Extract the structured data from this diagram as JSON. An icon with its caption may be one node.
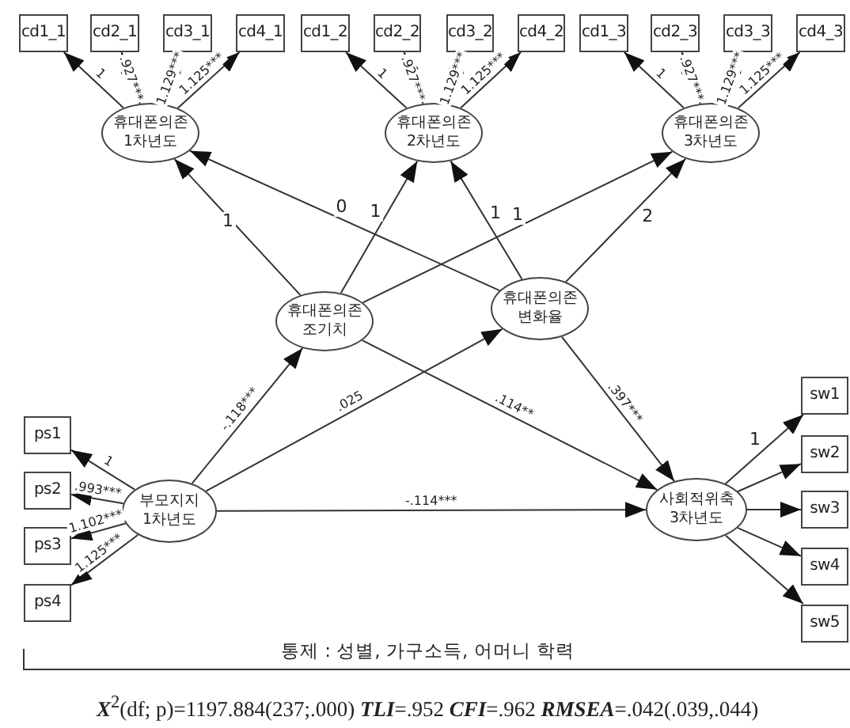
{
  "diagram": {
    "caption": "**X**$^{2}$(df; p)=1197.884(237;.000)  **TLI**=.952 **CFI**=.962 **RMSEA**=.042(.039,.044)",
    "nodes": [
      {
        "text": [
          "cd1_1"
        ]
      },
      {
        "text": [
          "cd2_1"
        ]
      },
      {
        "text": [
          "cd3_1"
        ]
      },
      {
        "text": [
          "cd4_1"
        ]
      },
      {
        "text": [
          "cd1_2"
        ]
      },
      {
        "text": [
          "cd2_2"
        ]
      },
      {
        "text": [
          "cd3_2"
        ]
      },
      {
        "text": [
          "cd4_2"
        ]
      },
      {
        "text": [
          "cd1_3"
        ]
      },
      {
        "text": [
          "cd2_3"
        ]
      },
      {
        "text": [
          "cd3_3"
        ]
      },
      {
        "text": [
          "cd4_3"
        ]
      },
      {
        "text": [
          "휴대폰의존 1차년도"
        ]
      },
      {
        "text": [
          "휴대폰의존 2차년도"
        ]
      },
      {
        "text": [
          "휴대폰의존 3차년도"
        ]
      },
      {
        "text": [
          "휴대폰의존 조기치"
        ]
      },
      {
        "text": [
          "휴대폰의존 변화율"
        ]
      },
      {
        "text": [
          "부모지지 1차년도"
        ]
      },
      {
        "text": [
          "사회적위축 3차년도"
        ]
      },
      {
        "text": [
          "ps1"
        ]
      },
      {
        "text": [
          "ps2"
        ]
      },
      {
        "text": [
          "ps3"
        ]
      },
      {
        "text": [
          "ps4"
        ]
      },
      {
        "text": [
          "sw1"
        ]
      },
      {
        "text": [
          "sw2"
        ]
      },
      {
        "text": [
          "sw3"
        ]
      },
      {
        "text": [
          "sw4"
        ]
      },
      {
        "text": [
          "sw5"
        ]
      }
    ],
    "edges": [
      {
        "from": 12,
        "to": 0,
        "arrow": "to",
        "label": "1"
      },
      {
        "from": 12,
        "to": 1,
        "arrow": "to",
        "label": ".927***"
      },
      {
        "from": 12,
        "to": 2,
        "arrow": "to",
        "label": "1.129***"
      },
      {
        "from": 12,
        "to": 3,
        "arrow": "to",
        "label": "1.125***"
      },
      {
        "from": 13,
        "to": 4,
        "arrow": "to",
        "label": "1"
      },
      {
        "from": 13,
        "to": 5,
        "arrow": "to",
        "label": ".927***"
      },
      {
        "from": 13,
        "to": 6,
        "arrow": "to",
        "label": "1.129***"
      },
      {
        "from": 13,
        "to": 7,
        "arrow": "to",
        "label": "1.125***"
      },
      {
        "from": 14,
        "to": 8,
        "arrow": "to",
        "label": "1"
      },
      {
        "from": 14,
        "to": 9,
        "arrow": "to",
        "label": ".927***"
      },
      {
        "from": 14,
        "to": 10,
        "arrow": "to",
        "label": "1.129***"
      },
      {
        "from": 14,
        "to": 11,
        "arrow": "to",
        "label": "1.125***"
      },
      {
        "from": 15,
        "to": 12,
        "arrow": "to",
        "label": "1"
      },
      {
        "from": 15,
        "to": 13,
        "arrow": "to",
        "label": "1"
      },
      {
        "from": 15,
        "to": 14,
        "arrow": "to",
        "label": "1"
      },
      {
        "from": 16,
        "to": 12,
        "arrow": "to",
        "label": "0"
      },
      {
        "from": 16,
        "to": 13,
        "arrow": "to",
        "label": "1"
      },
      {
        "from": 16,
        "to": 14,
        "arrow": "to",
        "label": "2"
      },
      {
        "from": 17,
        "to": 15,
        "arrow": "to",
        "label": "-.118***"
      },
      {
        "from": 17,
        "to": 16,
        "arrow": "to",
        "label": ".025"
      },
      {
        "from": 17,
        "to": 18,
        "arrow": "to",
        "label": "-.114***"
      },
      {
        "from": 15,
        "to": 18,
        "arrow": "to",
        "label": ".114**"
      },
      {
        "from": 16,
        "to": 18,
        "arrow": "to",
        "label": ".397***"
      },
      {
        "from": 17,
        "to": 19,
        "arrow": "to",
        "label": "1"
      },
      {
        "from": 17,
        "to": 20,
        "arrow": "to",
        "label": ".993***"
      },
      {
        "from": 17,
        "to": 21,
        "arrow": "to",
        "label": "1.102***"
      },
      {
        "from": 17,
        "to": 22,
        "arrow": "to",
        "label": "1.125***"
      },
      {
        "from": 18,
        "to": 23,
        "arrow": "to",
        "label": "1"
      },
      {
        "from": 18,
        "to": 24,
        "arrow": "to"
      },
      {
        "from": 18,
        "to": 25,
        "arrow": "to"
      },
      {
        "from": 18,
        "to": 26,
        "arrow": "to"
      },
      {
        "from": 18,
        "to": 27,
        "arrow": "to"
      }
    ],
    "labels": [
      "통제 : 성별, 가구소득, 어머니 학력"
    ]
  }
}
